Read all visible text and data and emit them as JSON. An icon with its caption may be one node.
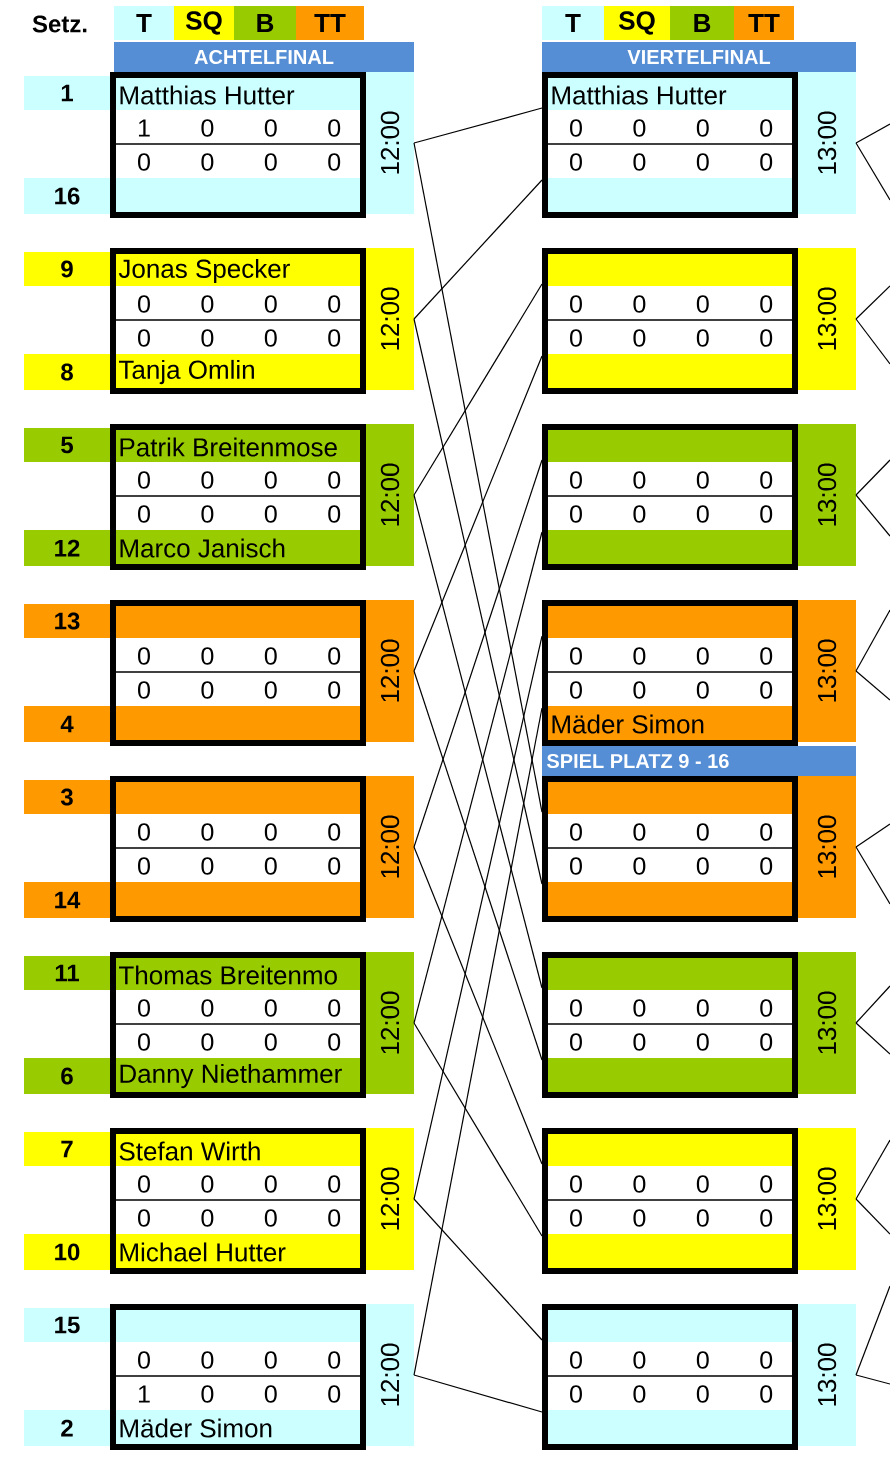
{
  "diagram": {
    "nodes": [
      {
        "text": [
          "T"
        ]
      },
      {
        "text": [
          "SQ"
        ]
      },
      {
        "text": [
          "B"
        ]
      },
      {
        "text": [
          "TT"
        ]
      },
      {
        "text": [
          "T"
        ]
      },
      {
        "text": [
          "SQ"
        ]
      },
      {
        "text": [
          "B"
        ]
      },
      {
        "text": [
          "TT"
        ]
      },
      {
        "text": [
          "ACHTELFINAL"
        ]
      },
      {
        "text": [
          "VIERTELFINAL"
        ]
      },
      {
        "text": [
          "1"
        ]
      },
      {
        "text": [
          "16"
        ]
      },
      {
        "text": [],
        "shape": "box"
      },
      {
        "text": [
          "Matthias Hutter"
        ],
        "in": 12
      },
      {
        "text": [
          "1",
          "0",
          "0",
          "0"
        ],
        "in": 12
      },
      {
        "text": [
          "0",
          "0",
          "0",
          "0"
        ],
        "in": 12
      },
      {
        "text": [],
        "shape": "bar",
        "in": 12
      },
      {
        "text": [
          "12:00"
        ]
      },
      {
        "text": [
          "9"
        ]
      },
      {
        "text": [
          "8"
        ]
      },
      {
        "text": [],
        "shape": "box"
      },
      {
        "text": [
          "Jonas Specker"
        ],
        "in": 20
      },
      {
        "text": [
          "0",
          "0",
          "0",
          "0"
        ],
        "in": 20
      },
      {
        "text": [
          "0",
          "0",
          "0",
          "0"
        ],
        "in": 20
      },
      {
        "text": [
          "Tanja Omlin"
        ],
        "in": 20
      },
      {
        "text": [
          "12:00"
        ]
      },
      {
        "text": [
          "5"
        ]
      },
      {
        "text": [
          "12"
        ]
      },
      {
        "text": [],
        "shape": "box"
      },
      {
        "text": [
          "Patrik Breitenmose"
        ],
        "in": 28
      },
      {
        "text": [
          "0",
          "0",
          "0",
          "0"
        ],
        "in": 28
      },
      {
        "text": [
          "0",
          "0",
          "0",
          "0"
        ],
        "in": 28
      },
      {
        "text": [
          "Marco Janisch"
        ],
        "in": 28
      },
      {
        "text": [
          "12:00"
        ]
      },
      {
        "text": [
          "13"
        ]
      },
      {
        "text": [
          "4"
        ]
      },
      {
        "text": [],
        "shape": "box"
      },
      {
        "text": [],
        "shape": "bar",
        "in": 36
      },
      {
        "text": [
          "0",
          "0",
          "0",
          "0"
        ],
        "in": 36
      },
      {
        "text": [
          "0",
          "0",
          "0",
          "0"
        ],
        "in": 36
      },
      {
        "text": [],
        "shape": "bar",
        "in": 36
      },
      {
        "text": [
          "12:00"
        ]
      },
      {
        "text": [
          "3"
        ]
      },
      {
        "text": [
          "14"
        ]
      },
      {
        "text": [],
        "shape": "box"
      },
      {
        "text": [],
        "shape": "bar",
        "in": 44
      },
      {
        "text": [
          "0",
          "0",
          "0",
          "0"
        ],
        "in": 44
      },
      {
        "text": [
          "0",
          "0",
          "0",
          "0"
        ],
        "in": 44
      },
      {
        "text": [],
        "shape": "bar",
        "in": 44
      },
      {
        "text": [
          "12:00"
        ]
      },
      {
        "text": [
          "11"
        ]
      },
      {
        "text": [
          "6"
        ]
      },
      {
        "text": [],
        "shape": "box"
      },
      {
        "text": [
          "Thomas Breitenmo"
        ],
        "in": 52
      },
      {
        "text": [
          "0",
          "0",
          "0",
          "0"
        ],
        "in": 52
      },
      {
        "text": [
          "0",
          "0",
          "0",
          "0"
        ],
        "in": 52
      },
      {
        "text": [
          "Danny Niethammer"
        ],
        "in": 52
      },
      {
        "text": [
          "12:00"
        ]
      },
      {
        "text": [
          "7"
        ]
      },
      {
        "text": [
          "10"
        ]
      },
      {
        "text": [],
        "shape": "box"
      },
      {
        "text": [
          "Stefan Wirth"
        ],
        "in": 60
      },
      {
        "text": [
          "0",
          "0",
          "0",
          "0"
        ],
        "in": 60
      },
      {
        "text": [
          "0",
          "0",
          "0",
          "0"
        ],
        "in": 60
      },
      {
        "text": [
          "Michael Hutter"
        ],
        "in": 60
      },
      {
        "text": [
          "12:00"
        ]
      },
      {
        "text": [
          "15"
        ]
      },
      {
        "text": [
          "2"
        ]
      },
      {
        "text": [],
        "shape": "box"
      },
      {
        "text": [],
        "shape": "bar",
        "in": 68
      },
      {
        "text": [
          "0",
          "0",
          "0",
          "0"
        ],
        "in": 68
      },
      {
        "text": [
          "1",
          "0",
          "0",
          "0"
        ],
        "in": 68
      },
      {
        "text": [
          "Mäder Simon"
        ],
        "in": 68
      },
      {
        "text": [
          "12:00"
        ]
      },
      {
        "text": [],
        "shape": "box"
      },
      {
        "text": [
          "Matthias Hutter"
        ],
        "in": 74
      },
      {
        "text": [
          "0",
          "0",
          "0",
          "0"
        ],
        "in": 74
      },
      {
        "text": [
          "0",
          "0",
          "0",
          "0"
        ],
        "in": 74
      },
      {
        "text": [],
        "shape": "bar",
        "in": 74
      },
      {
        "text": [
          "13:00"
        ]
      },
      {
        "text": [],
        "shape": "box"
      },
      {
        "text": [],
        "shape": "bar",
        "in": 80
      },
      {
        "text": [
          "0",
          "0",
          "0",
          "0"
        ],
        "in": 80
      },
      {
        "text": [
          "0",
          "0",
          "0",
          "0"
        ],
        "in": 80
      },
      {
        "text": [],
        "shape": "bar",
        "in": 80
      },
      {
        "text": [
          "13:00"
        ]
      },
      {
        "text": [],
        "shape": "box"
      },
      {
        "text": [],
        "shape": "bar",
        "in": 86
      },
      {
        "text": [
          "0",
          "0",
          "0",
          "0"
        ],
        "in": 86
      },
      {
        "text": [
          "0",
          "0",
          "0",
          "0"
        ],
        "in": 86
      },
      {
        "text": [],
        "shape": "bar",
        "in": 86
      },
      {
        "text": [
          "13:00"
        ]
      },
      {
        "text": [],
        "shape": "box"
      },
      {
        "text": [],
        "shape": "bar",
        "in": 92
      },
      {
        "text": [
          "0",
          "0",
          "0",
          "0"
        ],
        "in": 92
      },
      {
        "text": [
          "0",
          "0",
          "0",
          "0"
        ],
        "in": 92
      },
      {
        "text": [
          "Mäder Simon"
        ],
        "in": 92
      },
      {
        "text": [
          "13:00"
        ]
      },
      {
        "text": [
          "SPIEL PLATZ 9 - 16"
        ]
      },
      {
        "text": [],
        "shape": "box"
      },
      {
        "text": [],
        "shape": "bar",
        "in": 99
      },
      {
        "text": [
          "0",
          "0",
          "0",
          "0"
        ],
        "in": 99
      },
      {
        "text": [
          "0",
          "0",
          "0",
          "0"
        ],
        "in": 99
      },
      {
        "text": [],
        "shape": "bar",
        "in": 99
      },
      {
        "text": [
          "13:00"
        ]
      },
      {
        "text": [],
        "shape": "box"
      },
      {
        "text": [],
        "shape": "bar",
        "in": 105
      },
      {
        "text": [
          "0",
          "0",
          "0",
          "0"
        ],
        "in": 105
      },
      {
        "text": [
          "0",
          "0",
          "0",
          "0"
        ],
        "in": 105
      },
      {
        "text": [],
        "shape": "bar",
        "in": 105
      },
      {
        "text": [
          "13:00"
        ]
      },
      {
        "text": [],
        "shape": "box"
      },
      {
        "text": [],
        "shape": "bar",
        "in": 111
      },
      {
        "text": [
          "0",
          "0",
          "0",
          "0"
        ],
        "in": 111
      },
      {
        "text": [
          "0",
          "0",
          "0",
          "0"
        ],
        "in": 111
      },
      {
        "text": [],
        "shape": "bar",
        "in": 111
      },
      {
        "text": [
          "13:00"
        ]
      },
      {
        "text": [],
        "shape": "box"
      },
      {
        "text": [],
        "shape": "bar",
        "in": 117
      },
      {
        "text": [
          "0",
          "0",
          "0",
          "0"
        ],
        "in": 117
      },
      {
        "text": [
          "0",
          "0",
          "0",
          "0"
        ],
        "in": 117
      },
      {
        "text": [],
        "shape": "bar",
        "in": 117
      },
      {
        "text": [
          "13:00"
        ]
      }
    ],
    "edges": [
      {
        "from": 17,
        "to": 74,
        "arrow": "none"
      },
      {
        "from": 17,
        "to": 99,
        "arrow": "none"
      },
      {
        "from": 25,
        "to": 74,
        "arrow": "none"
      },
      {
        "from": 25,
        "to": 99,
        "arrow": "none"
      },
      {
        "from": 33,
        "to": 80,
        "arrow": "none"
      },
      {
        "from": 33,
        "to": 105,
        "arrow": "none"
      },
      {
        "from": 41,
        "to": 80,
        "arrow": "none"
      },
      {
        "from": 41,
        "to": 105,
        "arrow": "none"
      },
      {
        "from": 49,
        "to": 86,
        "arrow": "none"
      },
      {
        "from": 49,
        "to": 111,
        "arrow": "none"
      },
      {
        "from": 57,
        "to": 86,
        "arrow": "none"
      },
      {
        "from": 57,
        "to": 111,
        "arrow": "none"
      },
      {
        "from": 65,
        "to": 92,
        "arrow": "none"
      },
      {
        "from": 65,
        "to": 117,
        "arrow": "none"
      },
      {
        "from": 73,
        "to": 92,
        "arrow": "none"
      },
      {
        "from": 73,
        "to": 117,
        "arrow": "none"
      },
      {
        "from": 79,
        "to": null,
        "arrow": "none"
      },
      {
        "from": 79,
        "to": null,
        "arrow": "none"
      },
      {
        "from": 85,
        "to": null,
        "arrow": "none"
      },
      {
        "from": 85,
        "to": null,
        "arrow": "none"
      },
      {
        "from": 91,
        "to": null,
        "arrow": "none"
      },
      {
        "from": 91,
        "to": null,
        "arrow": "none"
      },
      {
        "from": 97,
        "to": null,
        "arrow": "none"
      },
      {
        "from": 97,
        "to": null,
        "arrow": "none"
      },
      {
        "from": 104,
        "to": null,
        "arrow": "none"
      },
      {
        "from": 104,
        "to": null,
        "arrow": "none"
      },
      {
        "from": 110,
        "to": null,
        "arrow": "none"
      },
      {
        "from": 110,
        "to": null,
        "arrow": "none"
      },
      {
        "from": 116,
        "to": null,
        "arrow": "none"
      },
      {
        "from": 116,
        "to": null,
        "arrow": "none"
      },
      {
        "from": 122,
        "to": null,
        "arrow": "none"
      },
      {
        "from": 122,
        "to": null,
        "arrow": "none"
      }
    ],
    "labels": [
      "Setz."
    ]
  }
}
